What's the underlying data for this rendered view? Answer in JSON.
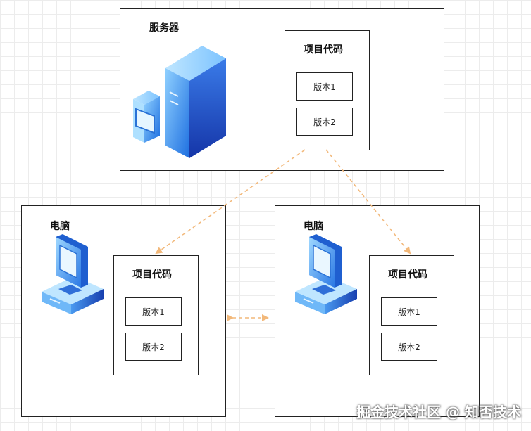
{
  "server": {
    "title": "服务器",
    "code_title": "项目代码",
    "versions": [
      "版本1",
      "版本2"
    ]
  },
  "pc_left": {
    "title": "电脑",
    "code_title": "项目代码",
    "versions": [
      "版本1",
      "版本2"
    ]
  },
  "pc_right": {
    "title": "电脑",
    "code_title": "项目代码",
    "versions": [
      "版本1",
      "版本2"
    ]
  },
  "colors": {
    "arrow": "#f2b87a",
    "border": "#222222",
    "icon_blue": "#3a8cf0"
  },
  "icons": {
    "server": "server-icon",
    "computer": "computer-icon"
  },
  "watermark": "掘金技术社区 @ 知否技术"
}
